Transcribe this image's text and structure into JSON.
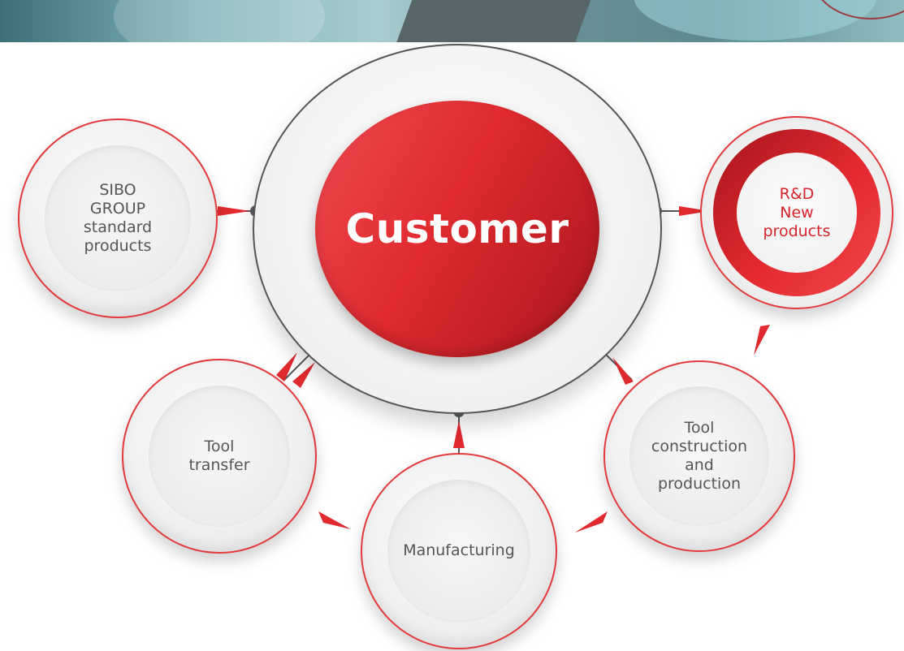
{
  "diagram": {
    "center": {
      "label": "Customer"
    },
    "nodes": [
      {
        "id": "standard",
        "label": "SIBO\nGROUP\nstandard\nproducts",
        "accent": false
      },
      {
        "id": "rd",
        "label": "R&D\nNew\nproducts",
        "accent": true
      },
      {
        "id": "tool-construction",
        "label": "Tool\nconstruction\nand\nproduction",
        "accent": false
      },
      {
        "id": "manufacturing",
        "label": "Manufacturing",
        "accent": false
      },
      {
        "id": "tool-transfer",
        "label": "Tool\ntransfer",
        "accent": false
      }
    ],
    "colors": {
      "accent_red": "#e02a2f",
      "dark_red": "#a8161c",
      "label_gray": "#555555",
      "connector_gray": "#555555"
    }
  }
}
